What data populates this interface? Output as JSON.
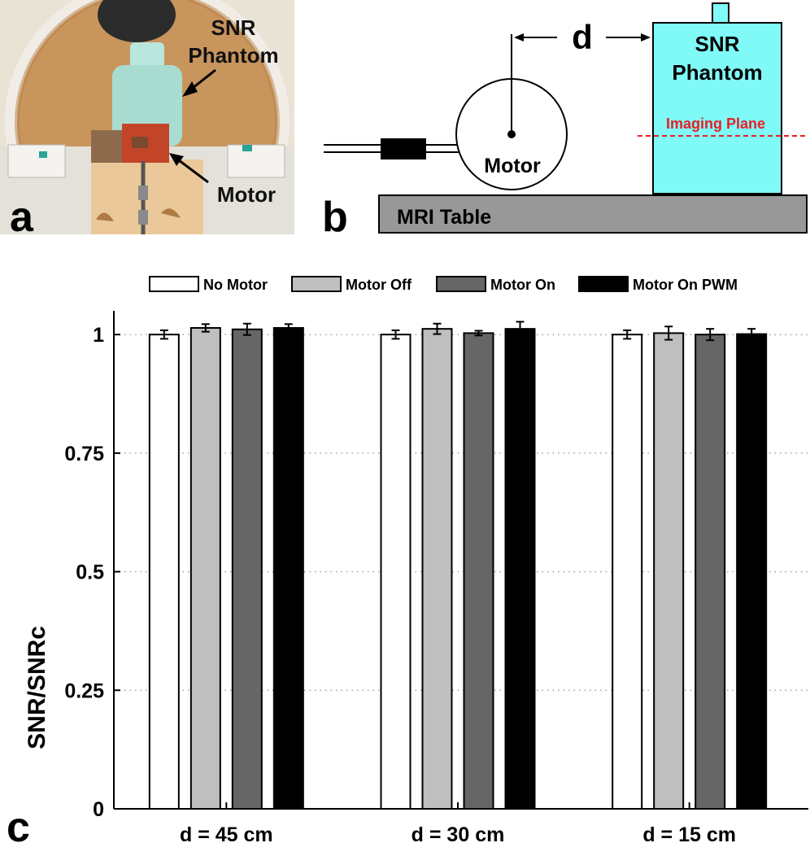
{
  "photo": {
    "phantom_label_line1": "SNR",
    "phantom_label_line2": "Phantom",
    "motor_label": "Motor",
    "panel_letter": "a"
  },
  "schematic": {
    "distance_label": "d",
    "phantom_label_line1": "SNR",
    "phantom_label_line2": "Phantom",
    "imaging_plane_label": "Imaging Plane",
    "motor_label": "Motor",
    "table_label": "MRI Table",
    "panel_letter": "b",
    "phantom_color": "#7ffaf7",
    "plane_color": "#e81e25"
  },
  "chart_panel_letter": "c",
  "chart_data": {
    "type": "bar",
    "ylabel": "SNR/SNRc",
    "xlabel": "",
    "ylim": [
      0,
      1.05
    ],
    "yticks": [
      0,
      0.25,
      0.5,
      0.75,
      1
    ],
    "ytick_labels": [
      "0",
      "0.25",
      "0.5",
      "0.75",
      "1"
    ],
    "grid": "horizontal dotted",
    "legend_position": "top",
    "categories": [
      "d = 45 cm",
      "d = 30 cm",
      "d = 15 cm"
    ],
    "series": [
      {
        "name": "No Motor",
        "color": "#ffffff",
        "values": [
          1.0,
          1.0,
          1.0
        ],
        "errors": [
          0.009,
          0.009,
          0.009
        ]
      },
      {
        "name": "Motor Off",
        "color": "#bfbfbf",
        "values": [
          1.014,
          1.012,
          1.003
        ],
        "errors": [
          0.008,
          0.011,
          0.014
        ]
      },
      {
        "name": "Motor On",
        "color": "#666666",
        "values": [
          1.011,
          1.003,
          1.0
        ],
        "errors": [
          0.012,
          0.005,
          0.012
        ]
      },
      {
        "name": "Motor On PWM",
        "color": "#000000",
        "values": [
          1.014,
          1.012,
          1.001
        ],
        "errors": [
          0.008,
          0.015,
          0.011
        ]
      }
    ]
  }
}
